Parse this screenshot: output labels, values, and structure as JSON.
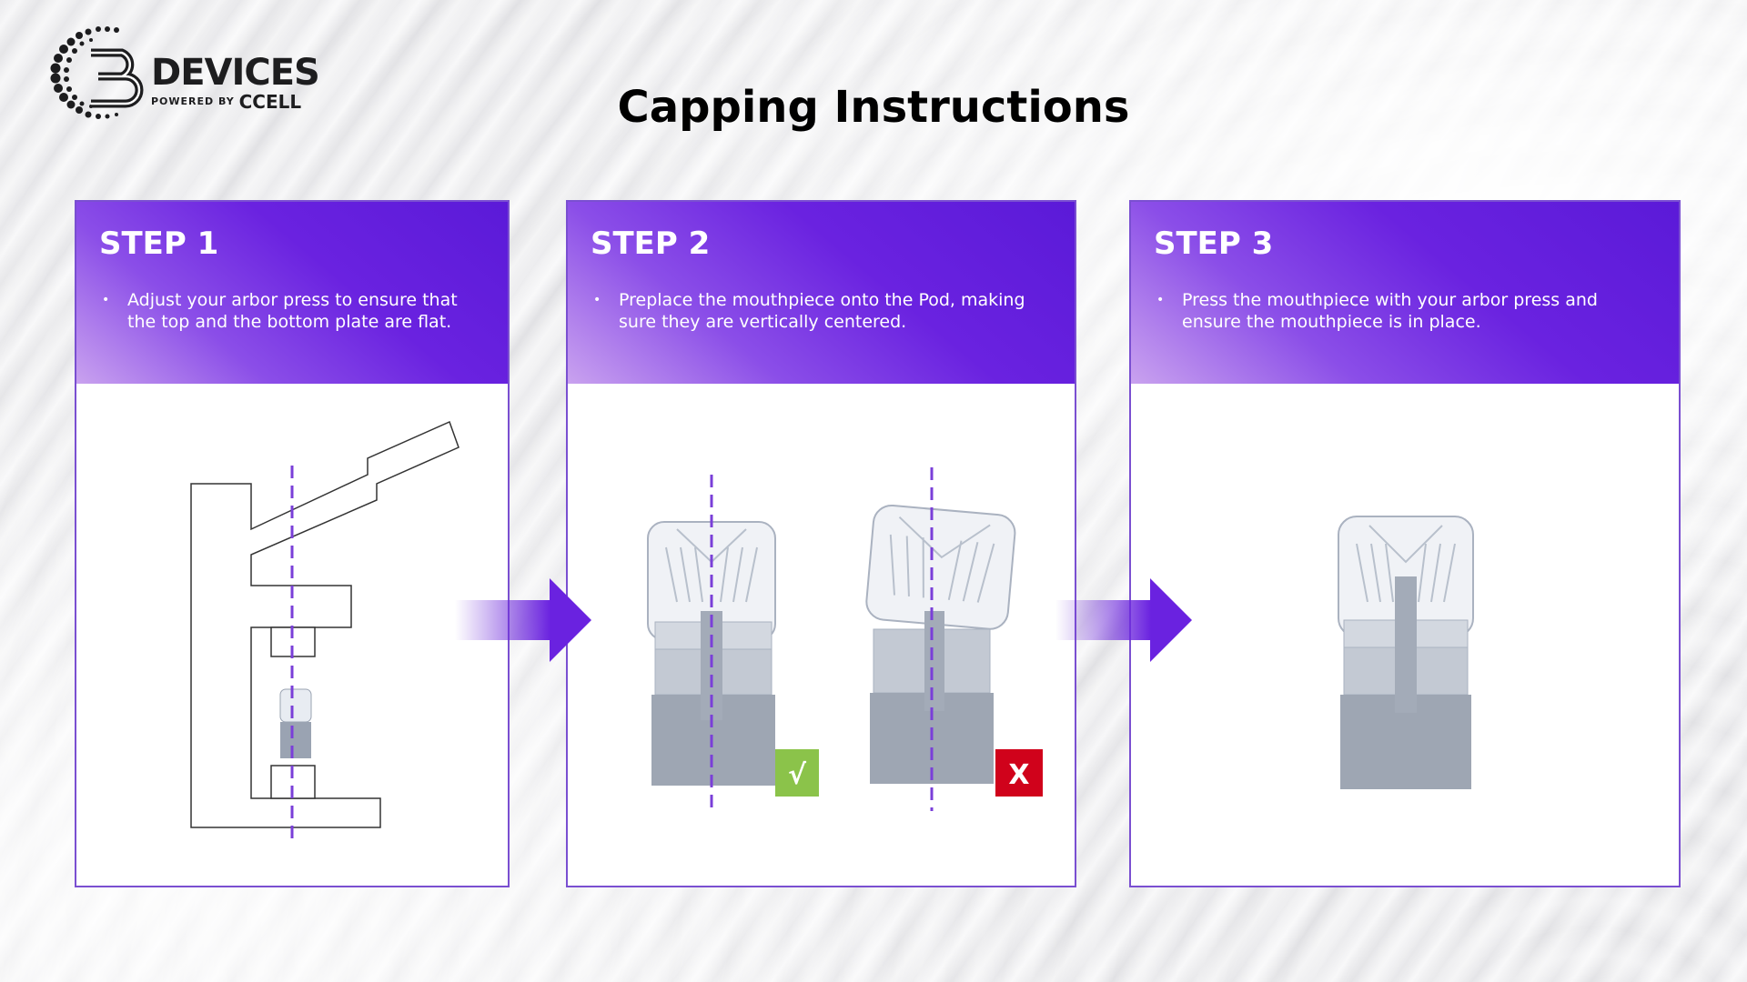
{
  "brand": {
    "logo_main": "DEVICES",
    "logo_powered": "POWERED BY",
    "logo_sub": "CCELL"
  },
  "title": "Capping Instructions",
  "steps": [
    {
      "title": "STEP 1",
      "text": "Adjust your arbor press to ensure that the top and the bottom plate are flat."
    },
    {
      "title": "STEP 2",
      "text": "Preplace the mouthpiece onto the Pod, making sure they are vertically centered."
    },
    {
      "title": "STEP 3",
      "text": "Press the mouthpiece with your arbor press and ensure the mouthpiece is in place."
    }
  ],
  "marks": {
    "correct": "√",
    "incorrect": "X"
  },
  "colors": {
    "accent": "#6a22e0",
    "correct": "#8bc34a",
    "incorrect": "#d0021b"
  }
}
